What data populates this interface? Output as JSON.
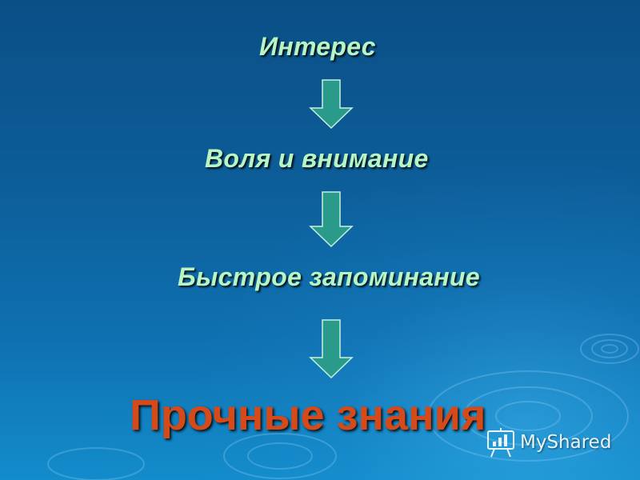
{
  "steps": [
    {
      "label": "Интерес"
    },
    {
      "label": "Воля и внимание"
    },
    {
      "label": "Быстрое запоминание"
    }
  ],
  "result": {
    "label": "Прочные знания"
  },
  "watermark": {
    "text": "MyShared",
    "icon": "presentation-board-icon"
  },
  "colors": {
    "background_dark": "#0b4f86",
    "background_light": "#138ccb",
    "step_text": "#b8f5c4",
    "result_text": "#d64a1a",
    "arrow_fill": "#2a9b8a",
    "arrow_stroke": "#c8f0e0"
  }
}
